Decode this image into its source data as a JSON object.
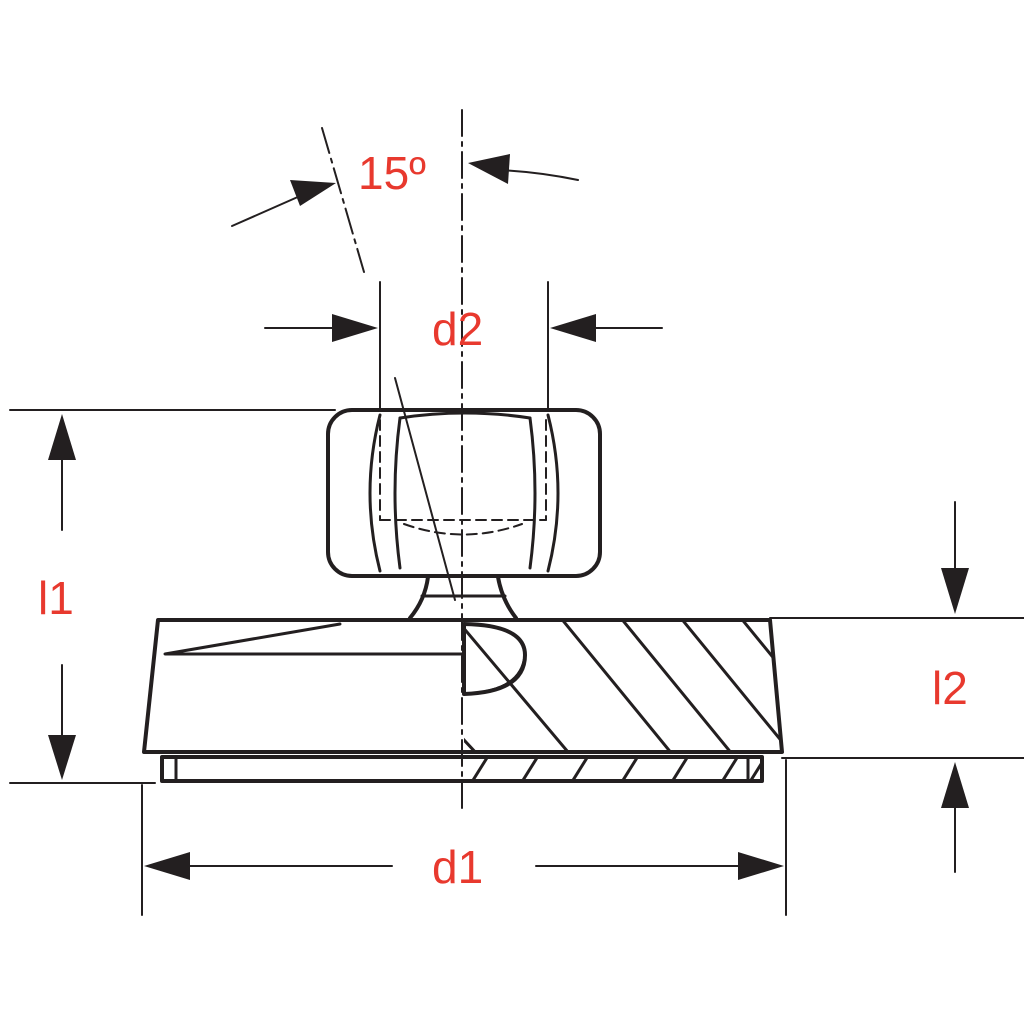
{
  "colors": {
    "line": "#231f20",
    "label": "#e8392e",
    "background": "#ffffff"
  },
  "labels": {
    "angle": "15º",
    "d2": "d2",
    "l1": "l1",
    "l2": "l2",
    "d1": "d1"
  }
}
